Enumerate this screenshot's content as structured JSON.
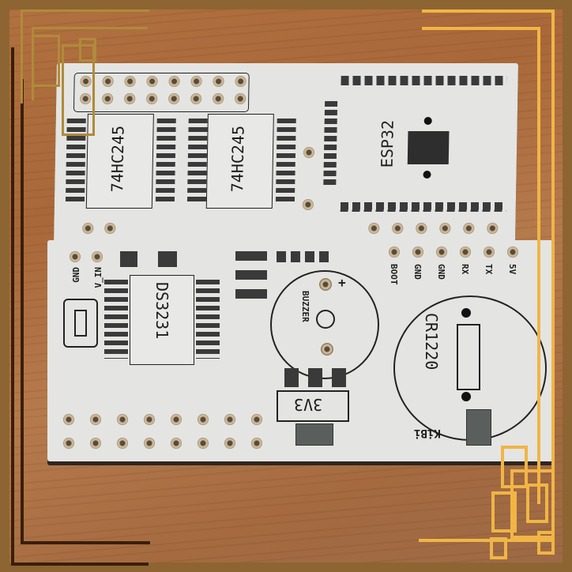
{
  "image": {
    "description": "Photo of two unpopulated white PCBs on a wooden surface with a decorative gold geometric frame",
    "frame_color": "#f0b545",
    "border_color": "#8d6532",
    "board_color": "#e4e4e2"
  },
  "board_top": {
    "chips": [
      {
        "label": "74HC245"
      },
      {
        "label": "74HC245"
      }
    ],
    "module": {
      "label": "ESP32"
    }
  },
  "board_bottom": {
    "chip": {
      "label": "DS3231"
    },
    "buzzer": {
      "label": "BUZZER",
      "polarity": "+"
    },
    "battery": {
      "label": "CR1220"
    },
    "regulator": {
      "label": "3V3"
    },
    "logo": {
      "label": "KiBi"
    },
    "power_pins": [
      {
        "label": "GND"
      },
      {
        "label": "V_IN"
      }
    ],
    "header_pins": [
      {
        "label": "BOOT"
      },
      {
        "label": "GND"
      },
      {
        "label": "GND"
      },
      {
        "label": "RX"
      },
      {
        "label": "TX"
      },
      {
        "label": "5V"
      }
    ]
  }
}
